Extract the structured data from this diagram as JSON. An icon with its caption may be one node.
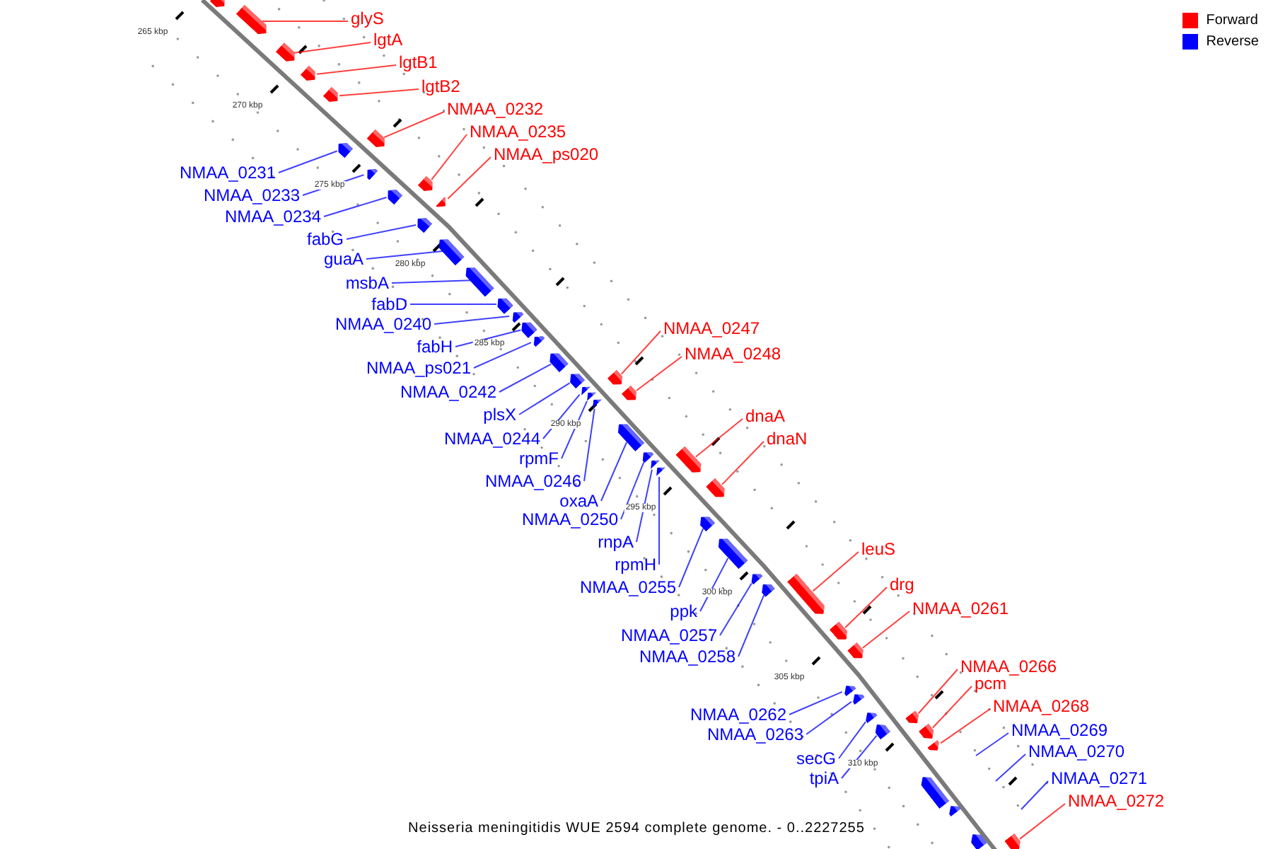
{
  "diagram": {
    "caption": "Neisseria meningitidis WUE 2594 complete genome. - 0..2227255",
    "nodes": [
      {
        "text": [
          "glyS"
        ]
      },
      {
        "text": [
          "lgtA"
        ]
      },
      {
        "text": [
          "lgtB1"
        ]
      },
      {
        "text": [
          "lgtB2"
        ]
      },
      {
        "text": [
          "NMAA_0232"
        ]
      },
      {
        "text": [
          "NMAA_0235"
        ]
      },
      {
        "text": [
          "NMAA_ps020"
        ]
      },
      {
        "text": [
          "NMAA_0231"
        ]
      },
      {
        "text": [
          "NMAA_0233"
        ]
      },
      {
        "text": [
          "NMAA_0234"
        ]
      },
      {
        "text": [
          "fabG"
        ]
      },
      {
        "text": [
          "guaA"
        ]
      },
      {
        "text": [
          "msbA"
        ]
      },
      {
        "text": [
          "fabD"
        ]
      },
      {
        "text": [
          "NMAA_0240"
        ]
      },
      {
        "text": [
          "fabH"
        ]
      },
      {
        "text": [
          "NMAA_ps021"
        ]
      },
      {
        "text": [
          "NMAA_0242"
        ]
      },
      {
        "text": [
          "NMAA_0247"
        ]
      },
      {
        "text": [
          "NMAA_0248"
        ]
      },
      {
        "text": [
          "plsX"
        ]
      },
      {
        "text": [
          "NMAA_0244"
        ]
      },
      {
        "text": [
          "dnaA"
        ]
      },
      {
        "text": [
          "dnaN"
        ]
      },
      {
        "text": [
          "rpmF"
        ]
      },
      {
        "text": [
          "NMAA_0246"
        ]
      },
      {
        "text": [
          "oxaA"
        ]
      },
      {
        "text": [
          "NMAA_0250"
        ]
      },
      {
        "text": [
          "rnpA"
        ]
      },
      {
        "text": [
          "leuS"
        ]
      },
      {
        "text": [
          "rpmH"
        ]
      },
      {
        "text": [
          "drg"
        ]
      },
      {
        "text": [
          "NMAA_0255"
        ]
      },
      {
        "text": [
          "NMAA_0261"
        ]
      },
      {
        "text": [
          "ppk"
        ]
      },
      {
        "text": [
          "NMAA_0257"
        ]
      },
      {
        "text": [
          "NMAA_0258"
        ]
      },
      {
        "text": [
          "NMAA_0266"
        ]
      },
      {
        "text": [
          "pcm"
        ]
      },
      {
        "text": [
          "NMAA_0268"
        ]
      },
      {
        "text": [
          "NMAA_0262"
        ]
      },
      {
        "text": [
          "NMAA_0269"
        ]
      },
      {
        "text": [
          "NMAA_0263"
        ]
      },
      {
        "text": [
          "NMAA_0270"
        ]
      },
      {
        "text": [
          "secG"
        ]
      },
      {
        "text": [
          "NMAA_0271"
        ]
      },
      {
        "text": [
          "tpiA"
        ]
      },
      {
        "text": [
          "NMAA_0272"
        ]
      },
      {
        "text": [],
        "shape": "bar"
      },
      {
        "text": [],
        "shape": "bar"
      },
      {
        "text": [],
        "shape": "bar"
      },
      {
        "text": [],
        "shape": "bar"
      },
      {
        "text": [],
        "shape": "bar"
      },
      {
        "text": [],
        "shape": "bar"
      },
      {
        "text": [],
        "shape": "bar"
      },
      {
        "text": [],
        "shape": "bar"
      },
      {
        "text": [],
        "shape": "bar"
      },
      {
        "text": [],
        "shape": "bar"
      },
      {
        "text": [],
        "shape": "bar"
      },
      {
        "text": [],
        "shape": "bar"
      },
      {
        "text": [],
        "shape": "bar"
      },
      {
        "text": [],
        "shape": "bar"
      },
      {
        "text": [],
        "shape": "bar"
      },
      {
        "text": [],
        "shape": "bar"
      },
      {
        "text": [],
        "shape": "bar"
      },
      {
        "text": [],
        "shape": "bar"
      },
      {
        "text": [],
        "shape": "bar"
      },
      {
        "text": [],
        "shape": "bar"
      },
      {
        "text": [],
        "shape": "bar"
      },
      {
        "text": [],
        "shape": "bar"
      },
      {
        "text": [],
        "shape": "bar"
      },
      {
        "text": [],
        "shape": "bar"
      },
      {
        "text": [],
        "shape": "bar"
      },
      {
        "text": [],
        "shape": "bar"
      },
      {
        "text": [],
        "shape": "bar"
      },
      {
        "text": [],
        "shape": "bar"
      },
      {
        "text": [],
        "shape": "bar"
      },
      {
        "text": [],
        "shape": "bar"
      },
      {
        "text": [],
        "shape": "bar"
      },
      {
        "text": [],
        "shape": "bar"
      },
      {
        "text": [],
        "shape": "bar"
      },
      {
        "text": [],
        "shape": "bar"
      },
      {
        "text": [],
        "shape": "bar"
      },
      {
        "text": [],
        "shape": "bar"
      },
      {
        "text": [],
        "shape": "bar"
      },
      {
        "text": [],
        "shape": "bar"
      },
      {
        "text": [],
        "shape": "bar"
      },
      {
        "text": [],
        "shape": "bar"
      },
      {
        "text": [],
        "shape": "bar"
      },
      {
        "text": [],
        "shape": "bar"
      },
      {
        "text": [],
        "shape": "bar"
      },
      {
        "text": [],
        "shape": "bar"
      },
      {
        "text": [],
        "shape": "bar"
      },
      {
        "text": [],
        "shape": "bar"
      },
      {
        "text": [],
        "shape": "bar"
      },
      {
        "text": [],
        "shape": "bar"
      },
      {
        "text": [],
        "shape": "bar"
      }
    ],
    "edges": [
      {
        "from": 0,
        "to": 49,
        "arrow": "none",
        "color": "#ff0000"
      },
      {
        "from": 1,
        "to": 50,
        "arrow": "none",
        "color": "#ff0000"
      },
      {
        "from": 2,
        "to": 51,
        "arrow": "none",
        "color": "#ff0000"
      },
      {
        "from": 3,
        "to": 52,
        "arrow": "none",
        "color": "#ff0000"
      },
      {
        "from": 4,
        "to": 53,
        "arrow": "none",
        "color": "#ff0000"
      },
      {
        "from": 5,
        "to": 56,
        "arrow": "none",
        "color": "#ff0000"
      },
      {
        "from": 6,
        "to": 57,
        "arrow": "none",
        "color": "#ff0000"
      },
      {
        "from": 7,
        "to": 54,
        "arrow": "none"
      },
      {
        "from": 8,
        "to": 55,
        "arrow": "none"
      },
      {
        "from": 9,
        "to": 58,
        "arrow": "none"
      },
      {
        "from": 10,
        "to": 59,
        "arrow": "none"
      },
      {
        "from": 11,
        "to": 60,
        "arrow": "none"
      },
      {
        "from": 12,
        "to": 61,
        "arrow": "none"
      },
      {
        "from": 13,
        "to": 62,
        "arrow": "none"
      },
      {
        "from": 14,
        "to": 63,
        "arrow": "none"
      },
      {
        "from": 15,
        "to": 64,
        "arrow": "none"
      },
      {
        "from": 16,
        "to": 65,
        "arrow": "none"
      },
      {
        "from": 17,
        "to": 66,
        "arrow": "none"
      },
      {
        "from": 18,
        "to": 71,
        "arrow": "none",
        "color": "#ff0000"
      },
      {
        "from": 19,
        "to": 72,
        "arrow": "none",
        "color": "#ff0000"
      },
      {
        "from": 20,
        "to": 67,
        "arrow": "none"
      },
      {
        "from": 21,
        "to": 68,
        "arrow": "none"
      },
      {
        "from": 22,
        "to": 77,
        "arrow": "none",
        "color": "#ff0000"
      },
      {
        "from": 23,
        "to": 78,
        "arrow": "none",
        "color": "#ff0000"
      },
      {
        "from": 24,
        "to": 69,
        "arrow": "none"
      },
      {
        "from": 25,
        "to": 70,
        "arrow": "none"
      },
      {
        "from": 26,
        "to": 73,
        "arrow": "none"
      },
      {
        "from": 27,
        "to": 74,
        "arrow": "none"
      },
      {
        "from": 28,
        "to": 75,
        "arrow": "none"
      },
      {
        "from": 29,
        "to": 83,
        "arrow": "none",
        "color": "#ff0000"
      },
      {
        "from": 30,
        "to": 76,
        "arrow": "none"
      },
      {
        "from": 31,
        "to": 84,
        "arrow": "none",
        "color": "#ff0000"
      },
      {
        "from": 32,
        "to": 79,
        "arrow": "none"
      },
      {
        "from": 33,
        "to": 85,
        "arrow": "none",
        "color": "#ff0000"
      },
      {
        "from": 34,
        "to": 80,
        "arrow": "none"
      },
      {
        "from": 35,
        "to": 81,
        "arrow": "none"
      },
      {
        "from": 36,
        "to": 82,
        "arrow": "none"
      },
      {
        "from": 37,
        "to": 90,
        "arrow": "none",
        "color": "#ff0000"
      },
      {
        "from": 38,
        "to": 91,
        "arrow": "none",
        "color": "#ff0000"
      },
      {
        "from": 39,
        "to": 92,
        "arrow": "none",
        "color": "#ff0000"
      },
      {
        "from": 40,
        "to": 86,
        "arrow": "none"
      },
      {
        "from": 41,
        "to": null,
        "arrow": "none"
      },
      {
        "from": 42,
        "to": 87,
        "arrow": "none"
      },
      {
        "from": 43,
        "to": null,
        "arrow": "none"
      },
      {
        "from": 44,
        "to": 88,
        "arrow": "none"
      },
      {
        "from": 45,
        "to": null,
        "arrow": "none"
      },
      {
        "from": 46,
        "to": 89,
        "arrow": "none"
      },
      {
        "from": 47,
        "to": 96,
        "arrow": "none",
        "color": "#ff0000"
      }
    ],
    "labels": [
      "265 kbp",
      "270 kbp",
      "275 kbp",
      "280 kbp",
      "285 kbp",
      "290 kbp",
      "295 kbp",
      "300 kbp",
      "305 kbp",
      "310 kbp"
    ],
    "legend": [
      {
        "text": "Forward",
        "color": "#ff0000"
      },
      {
        "text": "Reverse",
        "color": "#0000ff"
      }
    ]
  }
}
